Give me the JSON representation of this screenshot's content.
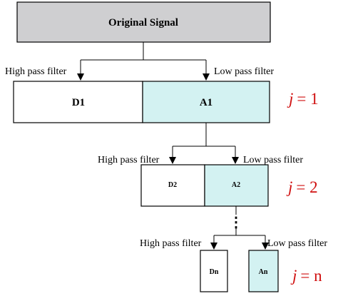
{
  "diagram": {
    "root": {
      "label": "Original Signal"
    },
    "levels": [
      {
        "index": "1",
        "high_pass_label": "High pass filter",
        "low_pass_label": "Low pass filter",
        "detail_label": "D1",
        "approx_label": "A1",
        "level_var": "j",
        "level_eq": "= 1"
      },
      {
        "index": "2",
        "high_pass_label": "High pass filter",
        "low_pass_label": "Low pass filter",
        "detail_label": "D2",
        "approx_label": "A2",
        "level_var": "j",
        "level_eq": "= 2"
      },
      {
        "index": "n",
        "high_pass_label": "High pass filter",
        "low_pass_label": "Low pass filter",
        "detail_label": "Dn",
        "approx_label": "An",
        "level_var": "j",
        "level_eq": "= n"
      }
    ],
    "continuation": "⋮",
    "colors": {
      "root_fill": "#cfcfd1",
      "detail_fill": "#ffffff",
      "approx_fill": "#d3f2f2",
      "stroke": "#000000",
      "level_label": "#d01010"
    }
  }
}
